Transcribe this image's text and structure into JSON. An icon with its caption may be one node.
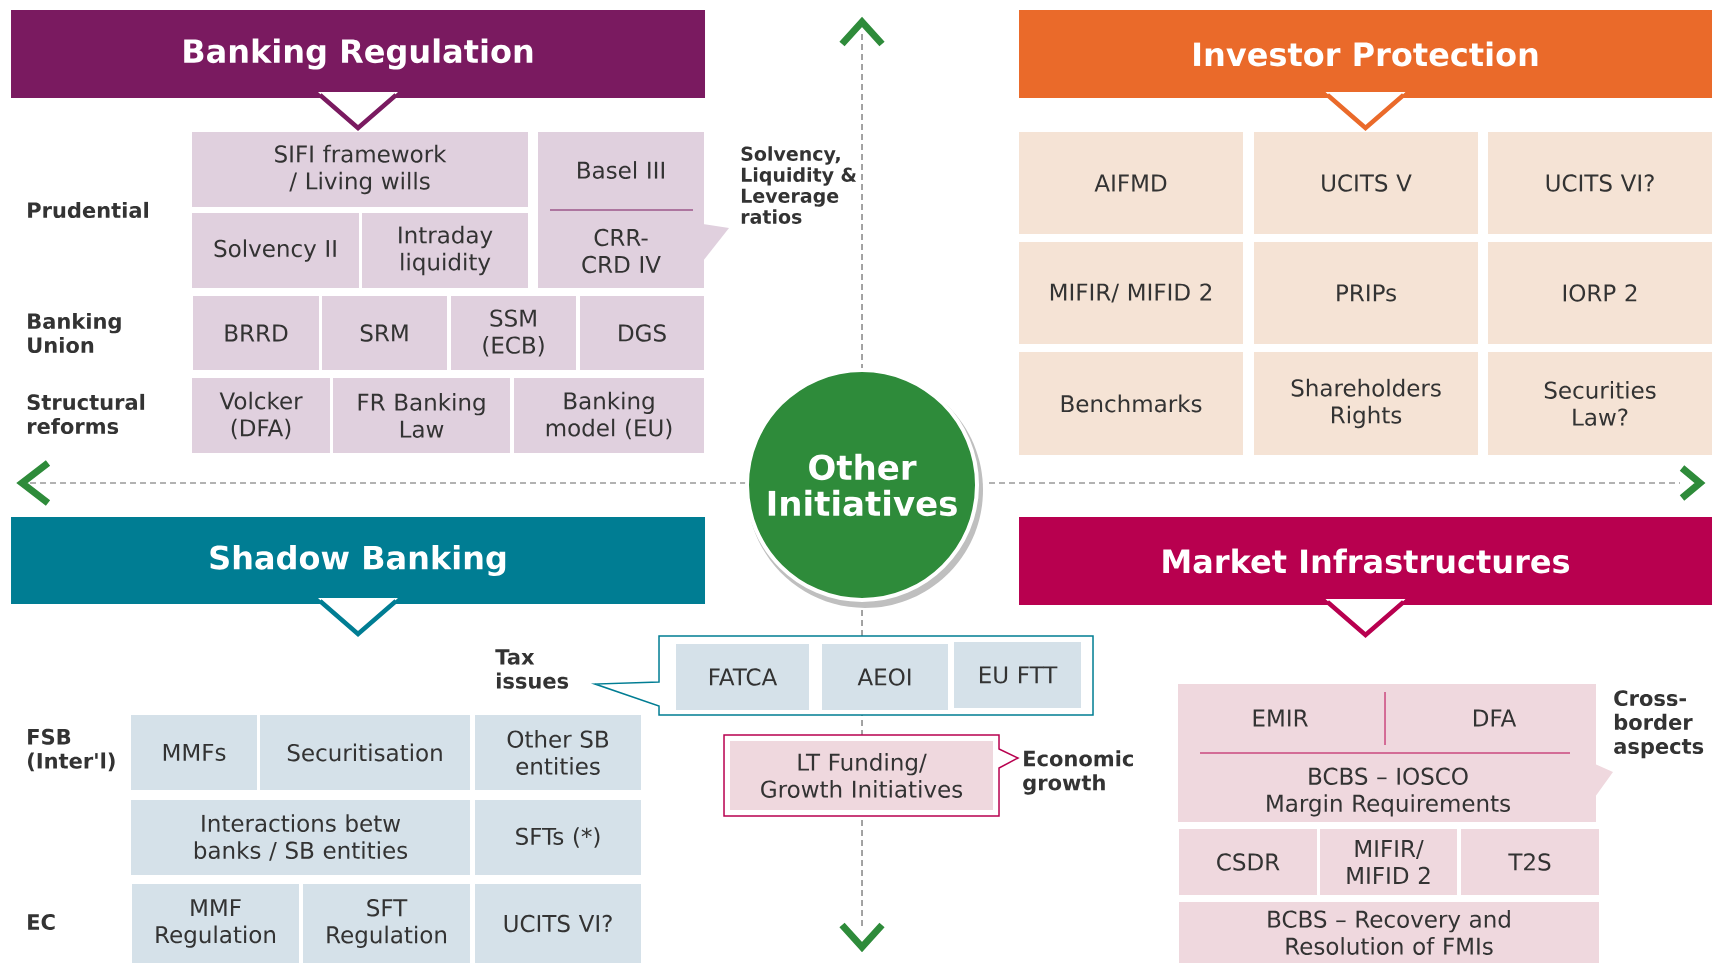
{
  "diagram": {
    "nodes": [
      {
        "text": [
          "Banking Regulation"
        ]
      },
      {
        "text": [
          "SIFI framework / Living wills"
        ]
      },
      {
        "text": [
          "Basel III",
          "CRR-CRD IV"
        ],
        "beside": [
          "Solvency, Liquidity & Leverage ratios"
        ]
      },
      {
        "text": [
          "Solvency II"
        ]
      },
      {
        "text": [
          "Intraday liquidity"
        ]
      },
      {
        "text": [
          "BRRD"
        ]
      },
      {
        "text": [
          "SRM"
        ]
      },
      {
        "text": [
          "SSM (ECB)"
        ]
      },
      {
        "text": [
          "DGS"
        ]
      },
      {
        "text": [
          "Volcker (DFA)"
        ]
      },
      {
        "text": [
          "FR Banking Law"
        ]
      },
      {
        "text": [
          "Banking model (EU)"
        ]
      },
      {
        "text": [
          "Investor Protection"
        ]
      },
      {
        "text": [
          "AIFMD"
        ]
      },
      {
        "text": [
          "UCITS V"
        ]
      },
      {
        "text": [
          "UCITS VI?"
        ]
      },
      {
        "text": [
          "MIFIR/ MIFID 2"
        ]
      },
      {
        "text": [
          "PRIPs"
        ]
      },
      {
        "text": [
          "IORP 2"
        ]
      },
      {
        "text": [
          "Benchmarks"
        ]
      },
      {
        "text": [
          "Shareholders Rights"
        ]
      },
      {
        "text": [
          "Securities Law?"
        ]
      },
      {
        "text": [
          "Other Initiatives"
        ]
      },
      {
        "text": [
          "Shadow Banking"
        ]
      },
      {
        "text": [
          "Tax issues"
        ]
      },
      {
        "text": [
          "FATCA"
        ],
        "in": 24
      },
      {
        "text": [
          "AEOI"
        ],
        "in": 24
      },
      {
        "text": [
          "EU FTT"
        ],
        "in": 24
      },
      {
        "text": [
          "LT Funding/ Growth Initiatives"
        ],
        "beside": [
          "Economic growth"
        ]
      },
      {
        "text": [
          "MMFs"
        ]
      },
      {
        "text": [
          "Securitisation"
        ]
      },
      {
        "text": [
          "Other SB entities"
        ]
      },
      {
        "text": [
          "Interactions betw banks / SB entities"
        ]
      },
      {
        "text": [
          "SFTs (*)"
        ]
      },
      {
        "text": [
          "MMF Regulation"
        ]
      },
      {
        "text": [
          "SFT Regulation"
        ]
      },
      {
        "text": [
          "UCITS VI?"
        ]
      },
      {
        "text": [
          "Market Infrastructures"
        ]
      },
      {
        "text": [
          "EMIR",
          "DFA",
          "BCBS – IOSCO Margin Requirements"
        ],
        "beside": [
          "Cross-border aspects"
        ]
      },
      {
        "text": [
          "CSDR"
        ]
      },
      {
        "text": [
          "MIFIR/ MIFID 2"
        ]
      },
      {
        "text": [
          "T2S"
        ]
      },
      {
        "text": [
          "BCBS – Recovery and Resolution of FMIs"
        ]
      }
    ],
    "labels": [
      "Prudential",
      "Banking Union",
      "Structural reforms",
      "FSB (Inter'l)",
      "EC"
    ]
  }
}
